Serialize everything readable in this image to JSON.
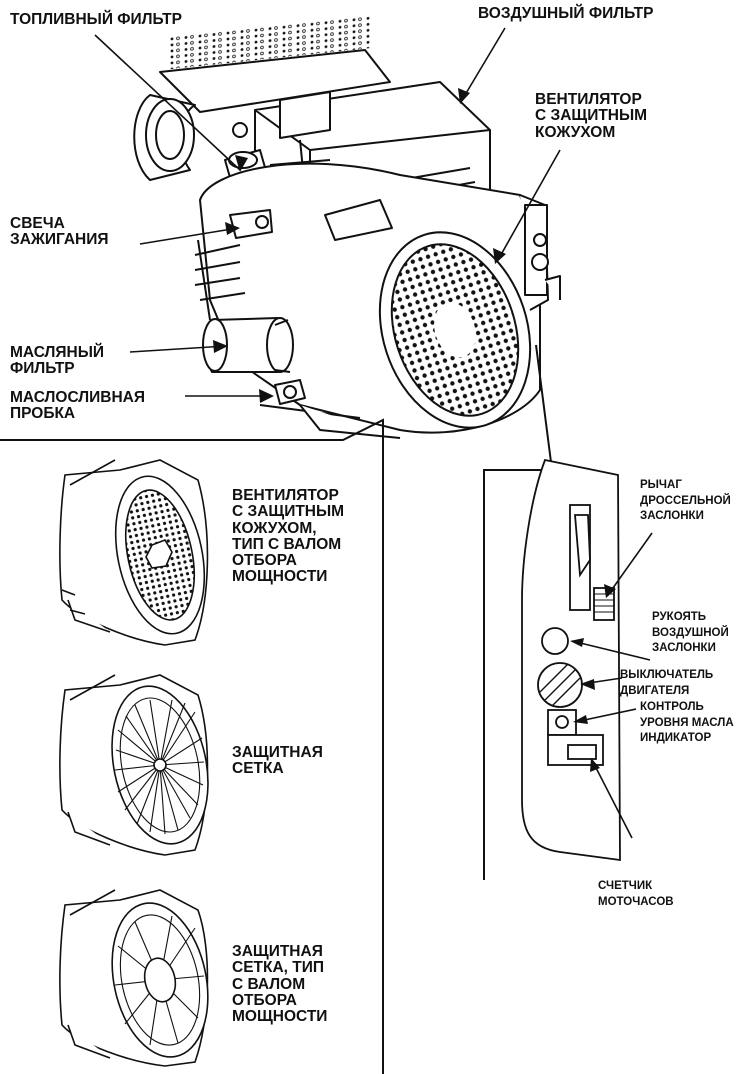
{
  "main_labels": {
    "fuel_filter": "ТОПЛИВНЫЙ ФИЛЬТР",
    "air_filter": "ВОЗДУШНЫЙ ФИЛЬТР",
    "fan_cover": "ВЕНТИЛЯТОР\nС ЗАЩИТНЫМ\nКОЖУХОМ",
    "spark_plug": "СВЕЧА\nЗАЖИГАНИЯ",
    "oil_filter": "МАСЛЯНЫЙ\nФИЛЬТР",
    "drain_plug": "МАСЛОСЛИВНАЯ\nПРОБКА"
  },
  "variants": [
    {
      "label": "ВЕНТИЛЯТОР\nС ЗАЩИТНЫМ\nКОЖУХОМ,\nТИП С ВАЛОМ\nОТБОРА\nМОЩНОСТИ"
    },
    {
      "label": "ЗАЩИТНАЯ\nСЕТКА"
    },
    {
      "label": "ЗАЩИТНАЯ\nСЕТКА, ТИП\nС ВАЛОМ\nОТБОРА\nМОЩНОСТИ"
    }
  ],
  "control_panel": {
    "throttle_lever": "РЫЧАГ\nДРОССЕЛЬНОЙ\nЗАСЛОНКИ",
    "choke_knob": "РУКОЯТЬ\nВОЗДУШНОЙ\nЗАСЛОНКИ",
    "engine_switch": "ВЫКЛЮЧАТЕЛЬ\nДВИГАТЕЛЯ",
    "oil_indicator": "КОНТРОЛЬ\nУРОВНЯ МАСЛА\nИНДИКАТОР",
    "hour_meter": "СЧЕТЧИК\nМОТОЧАСОВ"
  }
}
